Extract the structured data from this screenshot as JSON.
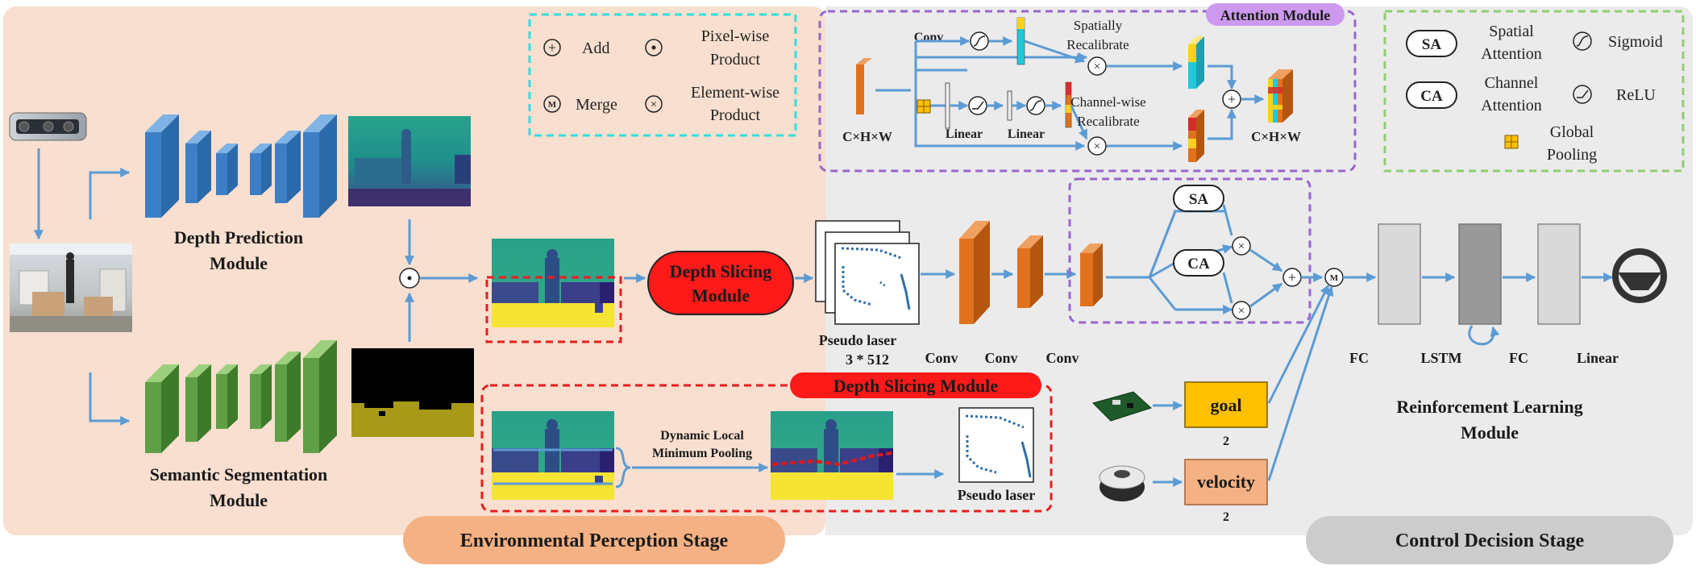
{
  "stages": {
    "perception": "Environmental Perception Stage",
    "control": "Control Decision Stage"
  },
  "legend": {
    "add": "Add",
    "pixelwise": [
      "Pixel-wise",
      "Product"
    ],
    "merge": "Merge",
    "elementwise": [
      "Element-wise",
      "Product"
    ],
    "merge_symbol": "M",
    "sa_badge": "SA",
    "sa_text": [
      "Spatial",
      "Attention"
    ],
    "ca_badge": "CA",
    "ca_text": [
      "Channel",
      "Attention"
    ],
    "sigmoid": "Sigmoid",
    "relu": "ReLU",
    "global_pooling": [
      "Global",
      "Pooling"
    ]
  },
  "attention": {
    "title": "Attention Module",
    "conv": "Conv",
    "spatially": [
      "Spatially",
      "Recalibrate"
    ],
    "channelwise": [
      "Channel-wise",
      "Recalibrate"
    ],
    "linear1": "Linear",
    "linear2": "Linear",
    "input_dim": "C×H×W",
    "output_dim": "C×H×W"
  },
  "modules": {
    "depth_prediction": [
      "Depth Prediction",
      "Module"
    ],
    "semantic_segmentation": [
      "Semantic Segmentation",
      "Module"
    ],
    "depth_slicing": [
      "Depth Slicing",
      "Module"
    ],
    "depth_slicing_title": "Depth Slicing Module",
    "dynamic_pooling": [
      "Dynamic Local",
      "Minimum Pooling"
    ],
    "pseudo_laser": "Pseudo laser",
    "pseudo_laser_size": "3 * 512",
    "pseudo_laser_small": "Pseudo laser",
    "rl": [
      "Reinforcement Learning",
      "Module"
    ]
  },
  "network": {
    "conv_labels": [
      "Conv",
      "Conv",
      "Conv"
    ],
    "sa": "SA",
    "ca": "CA",
    "fc1": "FC",
    "lstm": "LSTM",
    "fc2": "FC",
    "linear": "Linear"
  },
  "inputs": {
    "goal": "goal",
    "goal_dim": "2",
    "velocity": "velocity",
    "velocity_dim": "2"
  },
  "colors": {
    "perception_bg": "#f8dfcf",
    "control_bg": "#ebebeb",
    "depth_net": "#3d7fc6",
    "seg_net": "#5fa046",
    "conv_orange": "#e2711d",
    "arrow_blue": "#5b9bd5",
    "slicing_red": "#e81e1e",
    "goal_fill": "#ffc000",
    "velocity_fill": "#f4b183",
    "attention_border": "#9966cc",
    "legend_border_cyan": "#33dddd",
    "legend_border_green": "#8fce6f"
  }
}
